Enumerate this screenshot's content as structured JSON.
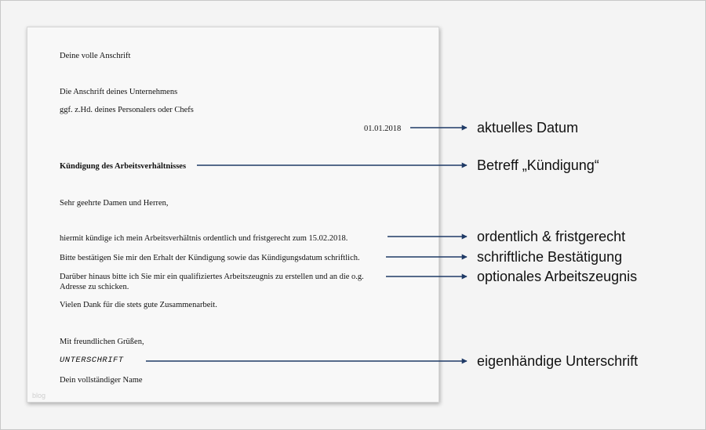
{
  "letter": {
    "sender_address": "Deine volle Anschrift",
    "company_address": "Die Anschrift deines Unternehmens",
    "attention_line": "ggf. z.Hd. deines Personalers oder Chefs",
    "date": "01.01.2018",
    "subject": "Kündigung des Arbeitsverhältnisses",
    "salutation": "Sehr geehrte Damen und Herren,",
    "body_line_1": "hiermit kündige ich mein Arbeitsverhältnis ordentlich und fristgerecht zum 15.02.2018.",
    "body_line_2": "Bitte bestätigen Sie mir den Erhalt der Kündigung sowie das Kündigungsdatum schriftlich.",
    "body_line_3a": "Darüber hinaus bitte ich Sie mir ein qualifiziertes Arbeitszeugnis zu erstellen und an die o.g.",
    "body_line_3b": "Adresse zu schicken.",
    "body_line_4": "Vielen Dank für die stets gute Zusammenarbeit.",
    "closing": "Mit freundlichen Grüßen,",
    "signature": "UNTERSCHRIFT",
    "full_name": "Dein vollständiger Name",
    "watermark": "blog"
  },
  "annotations": {
    "date": "aktuelles Datum",
    "subject": "Betreff „Kündigung“",
    "ordinary": "ordentlich & fristgerecht",
    "confirmation": "schriftliche Bestätigung",
    "reference": "optionales Arbeitszeugnis",
    "signature": "eigenhändige Unterschrift"
  },
  "colors": {
    "arrow": "#1f3a66"
  }
}
